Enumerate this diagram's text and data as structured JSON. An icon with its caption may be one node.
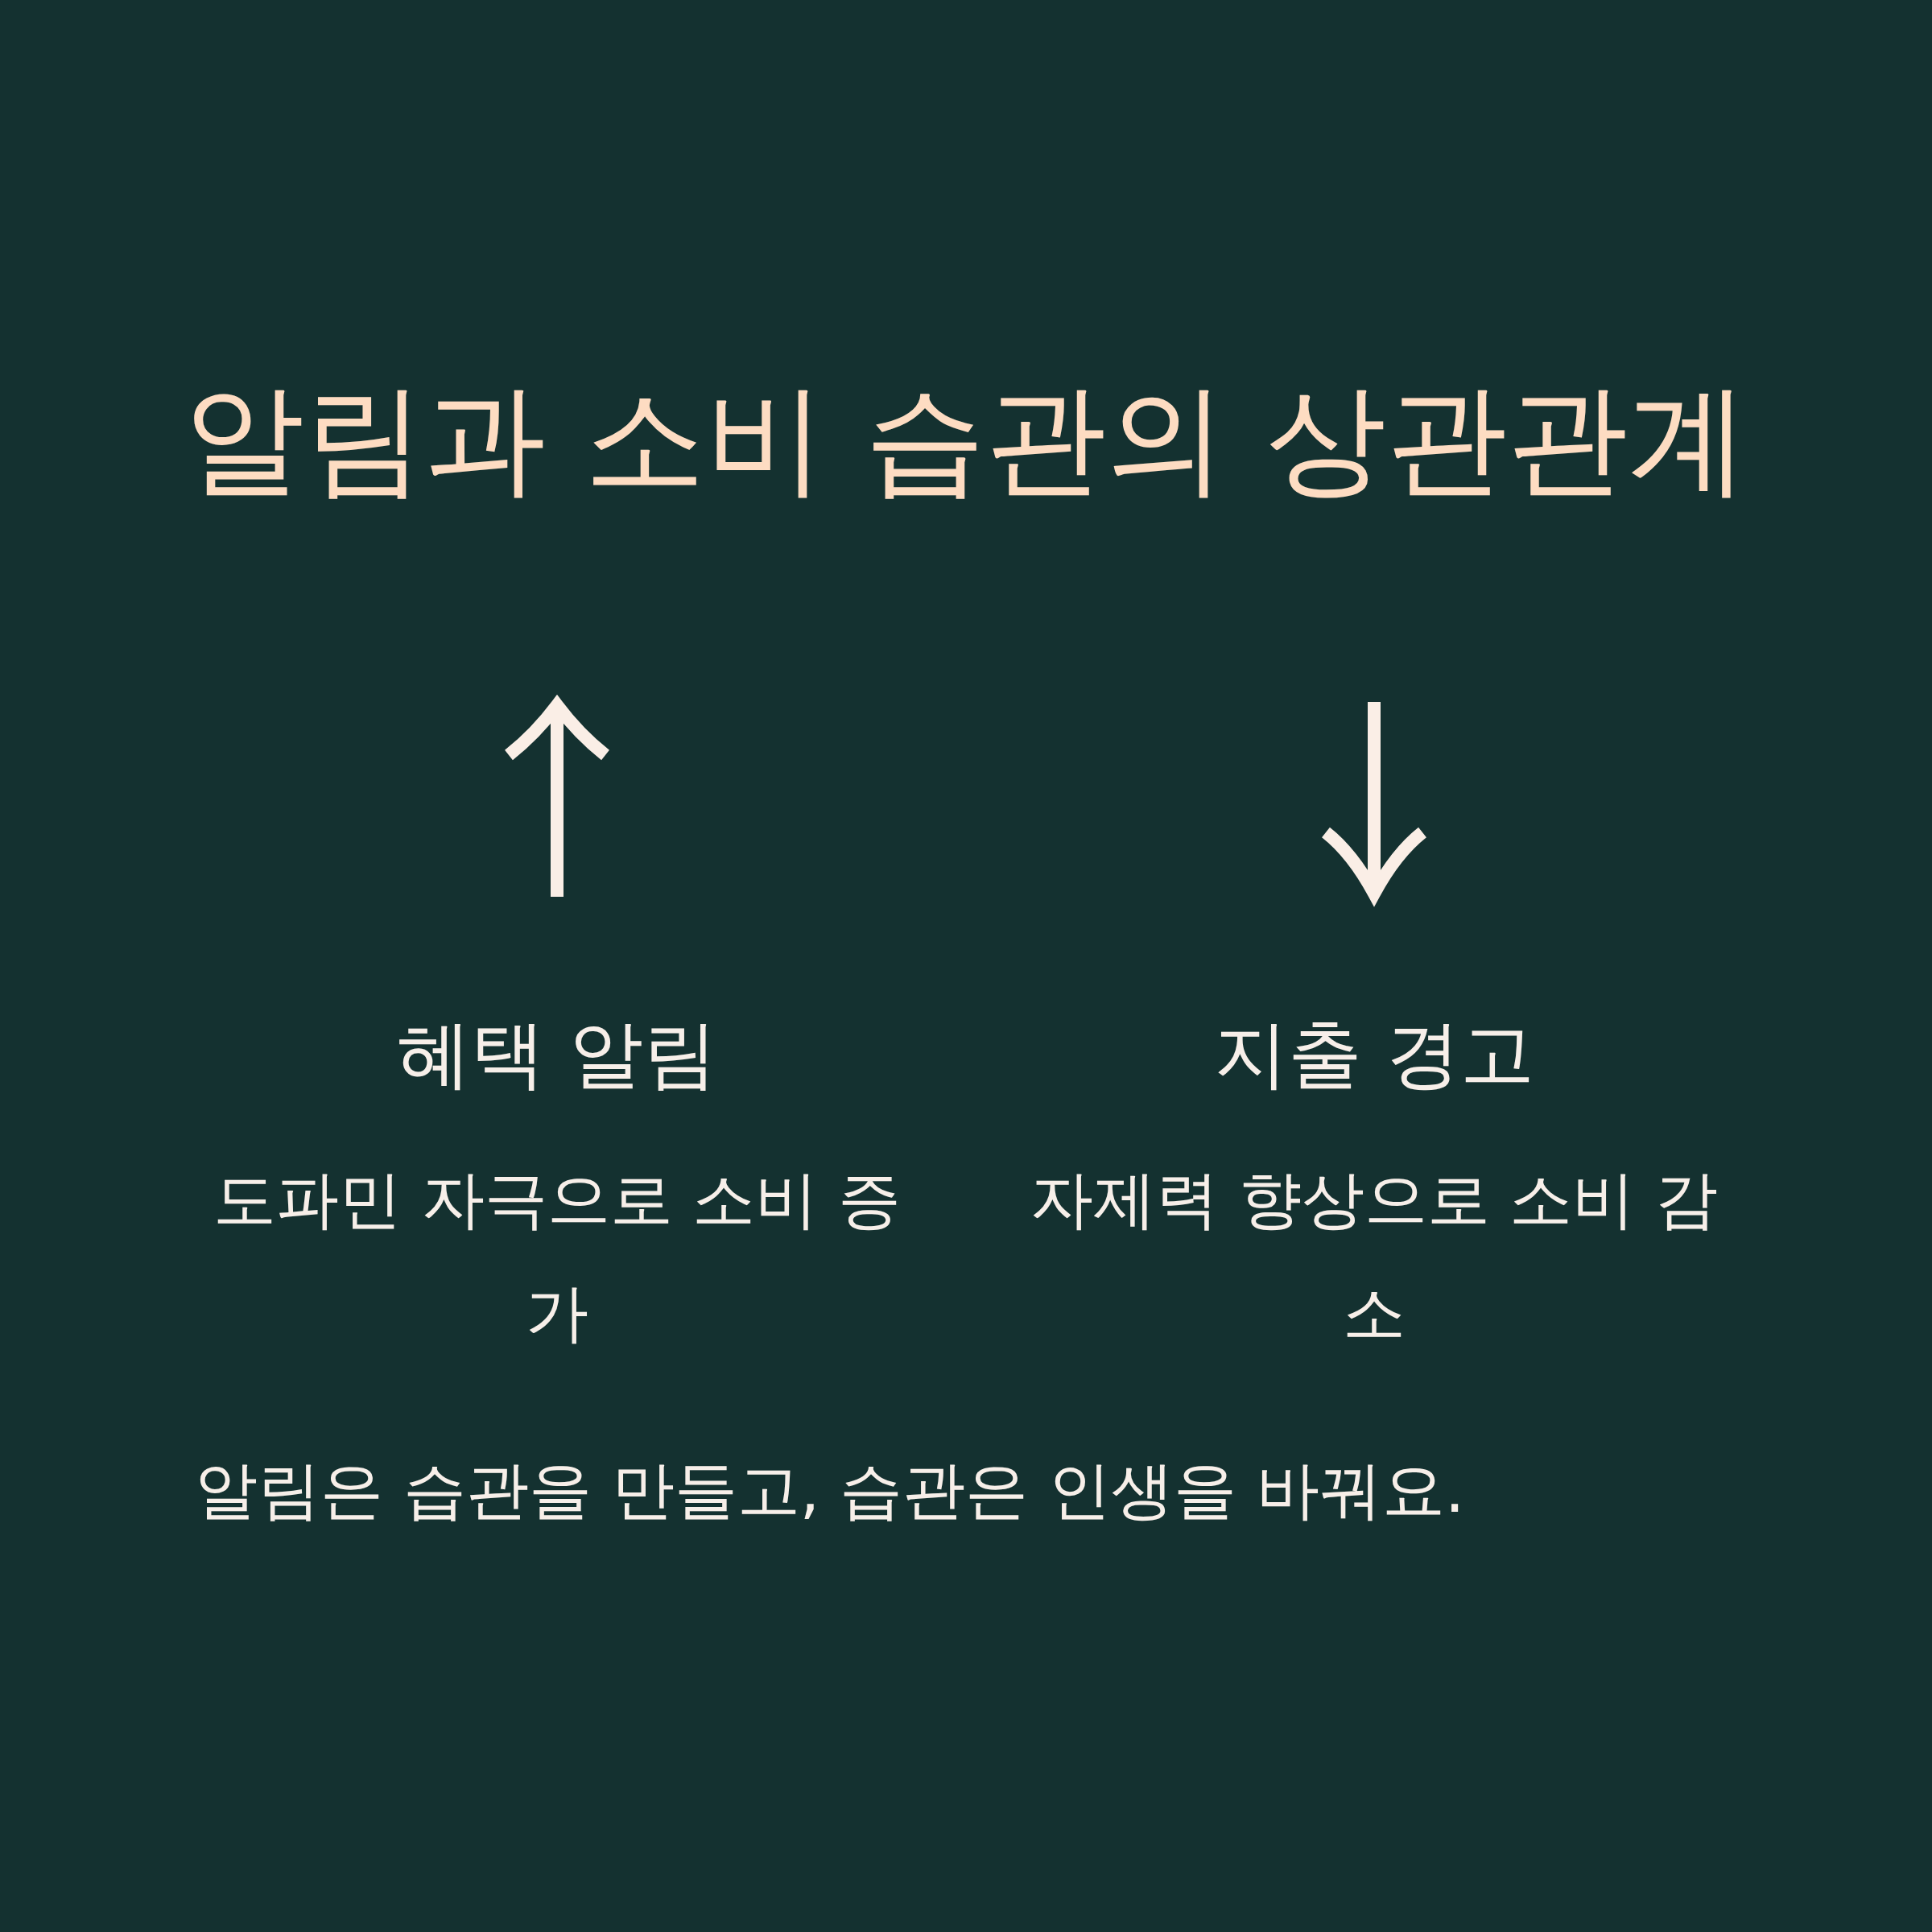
{
  "diagram": {
    "title": "알림과 소비 습관의 상관관계",
    "labels": [
      "혜택 알림",
      "도파민 자극으로 소비 증가",
      "지출 경고",
      "자제력 향상으로 소비 감소"
    ],
    "caption": "알림은 습관을 만들고, 습관은 인생을 바꿔요."
  }
}
